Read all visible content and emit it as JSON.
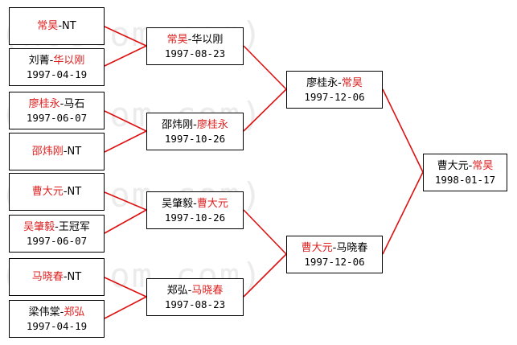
{
  "watermark": "(hoetom.com)",
  "round1": [
    {
      "p1": "常昊",
      "sep": "-",
      "p2": "NT",
      "winner": 1,
      "date": ""
    },
    {
      "p1": "刘菁",
      "sep": "-",
      "p2": "华以刚",
      "winner": 2,
      "date": "1997-04-19"
    },
    {
      "p1": "廖桂永",
      "sep": "-",
      "p2": "马石",
      "winner": 1,
      "date": "1997-06-07"
    },
    {
      "p1": "邵炜刚",
      "sep": "-",
      "p2": "NT",
      "winner": 1,
      "date": ""
    },
    {
      "p1": "曹大元",
      "sep": "-",
      "p2": "NT",
      "winner": 1,
      "date": ""
    },
    {
      "p1": "吴肇毅",
      "sep": "-",
      "p2": "王冠军",
      "winner": 1,
      "date": "1997-06-07"
    },
    {
      "p1": "马晓春",
      "sep": "-",
      "p2": "NT",
      "winner": 1,
      "date": ""
    },
    {
      "p1": "梁伟棠",
      "sep": "-",
      "p2": "郑弘",
      "winner": 2,
      "date": "1997-04-19"
    }
  ],
  "round2": [
    {
      "p1": "常昊",
      "sep": "-",
      "p2": "华以刚",
      "winner": 1,
      "date": "1997-08-23"
    },
    {
      "p1": "邵炜刚",
      "sep": "-",
      "p2": "廖桂永",
      "winner": 2,
      "date": "1997-10-26"
    },
    {
      "p1": "吴肇毅",
      "sep": "-",
      "p2": "曹大元",
      "winner": 2,
      "date": "1997-10-26"
    },
    {
      "p1": "郑弘",
      "sep": "-",
      "p2": "马晓春",
      "winner": 2,
      "date": "1997-08-23"
    }
  ],
  "round3": [
    {
      "p1": "廖桂永",
      "sep": "-",
      "p2": "常昊",
      "winner": 2,
      "date": "1997-12-06"
    },
    {
      "p1": "曹大元",
      "sep": "-",
      "p2": "马晓春",
      "winner": 1,
      "date": "1997-12-06"
    }
  ],
  "final": [
    {
      "p1": "曹大元",
      "sep": "-",
      "p2": "常昊",
      "winner": 2,
      "date": "1998-01-17"
    }
  ]
}
